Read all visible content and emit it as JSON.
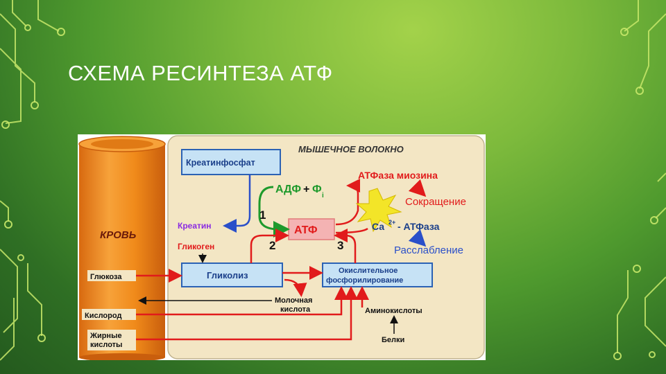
{
  "slide": {
    "title": "СХЕМА РЕСИНТЕЗА АТФ"
  },
  "diagram": {
    "fiber_label": "МЫШЕЧНОЕ ВОЛОКНО",
    "blood_label": "КРОВЬ",
    "blood_items": [
      "Глюкоза",
      "Кислород",
      "Жирные",
      "кислоты"
    ],
    "creatine_phosphate": "Креатинфосфат",
    "adp": "АДФ",
    "plus": "+",
    "phi": "Ф",
    "phi_sub": "i",
    "atp": "АТФ",
    "creatine": "Креатин",
    "glycogen": "Гликоген",
    "glycolysis": "Гликолиз",
    "oxidative_line1": "Окислительное",
    "oxidative_line2": "фосфорилирование",
    "lactic_line1": "Молочная",
    "lactic_line2": "кислота",
    "amino_acids": "Аминокислоты",
    "proteins": "Белки",
    "myosin_atpase": "АТФаза миозина",
    "contraction": "Сокращение",
    "ca": "Са",
    "ca_sup": "2+",
    "ca_atpase": "- АТФаза",
    "relaxation": "Расслабление",
    "pathway_numbers": [
      "1",
      "2",
      "3"
    ]
  },
  "colors": {
    "blue_box_fill": "#c6e2f5",
    "blue_box_border": "#2b62b4",
    "atp_box_fill": "#f4b3b3",
    "red_arrow": "#e11b1b",
    "green_arrow": "#1e9a2c",
    "blue_arrow": "#2a4fc9",
    "purple_text": "#8a2be2",
    "fiber_fill": "#f3e6c4",
    "tube_orange": "#f08a1a"
  }
}
